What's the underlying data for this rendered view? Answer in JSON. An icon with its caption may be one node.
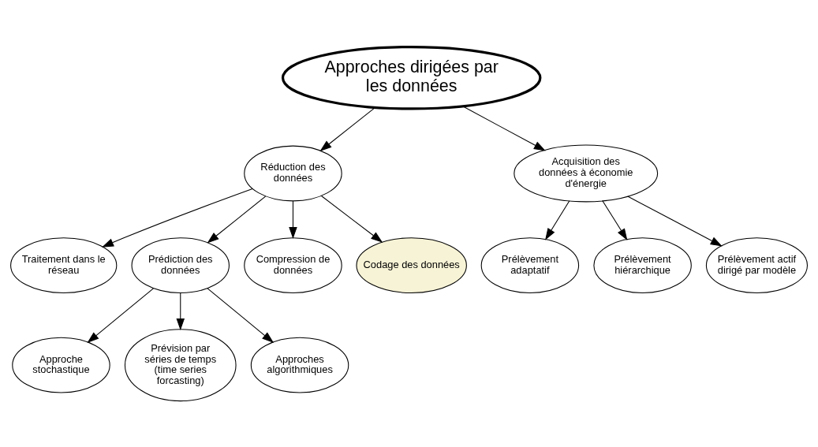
{
  "diagram": {
    "nodes": [
      {
        "text": [
          "Approches dirigées par les données"
        ]
      },
      {
        "text": [
          "Réduction des données"
        ]
      },
      {
        "text": [
          "Acquisition des données à économie d'énergie"
        ]
      },
      {
        "text": [
          "Traitement dans le réseau"
        ]
      },
      {
        "text": [
          "Prédiction des données"
        ]
      },
      {
        "text": [
          "Compression de données"
        ]
      },
      {
        "text": [
          "Codage des données"
        ]
      },
      {
        "text": [
          "Prélèvement adaptatif"
        ]
      },
      {
        "text": [
          "Prélèvement hiérarchique"
        ]
      },
      {
        "text": [
          "Prélèvement actif dirigé par modèle"
        ]
      },
      {
        "text": [
          "Approche stochastique"
        ]
      },
      {
        "text": [
          "Prévision par séries de temps (time series forcasting)"
        ]
      },
      {
        "text": [
          "Approches algorithmiques"
        ]
      }
    ],
    "edges": [
      {
        "from": 0,
        "to": 1,
        "arrow": "to"
      },
      {
        "from": 0,
        "to": 2,
        "arrow": "to"
      },
      {
        "from": 1,
        "to": 3,
        "arrow": "to"
      },
      {
        "from": 1,
        "to": 4,
        "arrow": "to"
      },
      {
        "from": 1,
        "to": 5,
        "arrow": "to"
      },
      {
        "from": 1,
        "to": 6,
        "arrow": "to"
      },
      {
        "from": 2,
        "to": 7,
        "arrow": "to"
      },
      {
        "from": 2,
        "to": 8,
        "arrow": "to"
      },
      {
        "from": 2,
        "to": 9,
        "arrow": "to"
      },
      {
        "from": 4,
        "to": 10,
        "arrow": "to"
      },
      {
        "from": 4,
        "to": 11,
        "arrow": "to"
      },
      {
        "from": 4,
        "to": 12,
        "arrow": "to"
      }
    ]
  }
}
